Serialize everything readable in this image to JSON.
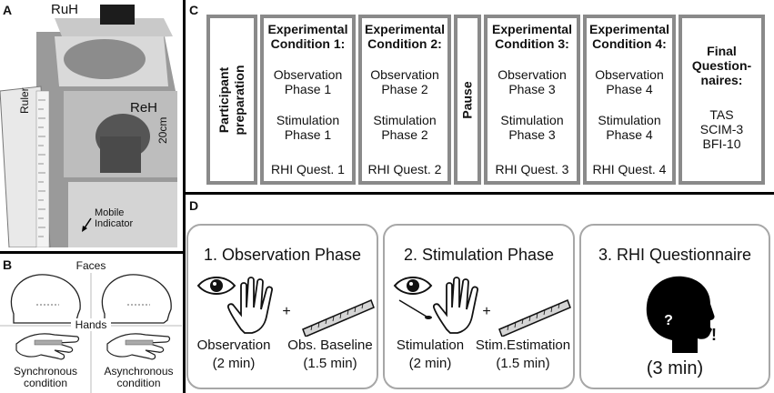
{
  "panel_letters": {
    "a": "A",
    "b": "B",
    "c": "C",
    "d": "D"
  },
  "photo_labels": {
    "ruh": "RuH",
    "reh": "ReH",
    "ruler": "Ruler",
    "distance": "20cm",
    "mobile_indicator": "Mobile\nIndicator"
  },
  "panel_b": {
    "faces": "Faces",
    "hands": "Hands",
    "synchronous": "Synchronous\ncondition",
    "asynchronous": "Asynchronous\ncondition"
  },
  "panel_c": {
    "preparation": "Participant\npreparation",
    "conditions": [
      {
        "title": "Experimental\nCondition 1:",
        "observation": "Observation\nPhase 1",
        "stimulation": "Stimulation\nPhase 1",
        "quest": "RHI Quest. 1"
      },
      {
        "title": "Experimental\nCondition 2:",
        "observation": "Observation\nPhase 2",
        "stimulation": "Stimulation\nPhase 2",
        "quest": "RHI Quest. 2"
      },
      {
        "title": "Experimental\nCondition 3:",
        "observation": "Observation\nPhase 3",
        "stimulation": "Stimulation\nPhase 3",
        "quest": "RHI Quest. 3"
      },
      {
        "title": "Experimental\nCondition 4:",
        "observation": "Observation\nPhase 4",
        "stimulation": "Stimulation\nPhase 4",
        "quest": "RHI Quest. 4"
      }
    ],
    "pause": "Pause",
    "final": {
      "title": "Final\nQuestion-\nnaires:",
      "items": "TAS\nSCIM-3\nBFI-10"
    }
  },
  "panel_d": {
    "observation": {
      "title": "1. Observation Phase",
      "label1": "Observation\n(2 min)",
      "label2": "Obs. Baseline\n(1.5 min)",
      "plus": "+"
    },
    "stimulation": {
      "title": "2. Stimulation Phase",
      "label1": "Stimulation\n(2 min)",
      "label2": "Stim.Estimation\n(1.5 min)",
      "plus": "+"
    },
    "questionnaire": {
      "title": "3. RHI Questionnaire",
      "duration": "(3 min)",
      "mark": "?",
      "exclaim": "!"
    }
  },
  "colors": {
    "box_border": "#8a8a8a",
    "rounded_border": "#a7a7a7",
    "divider": "#000000"
  }
}
